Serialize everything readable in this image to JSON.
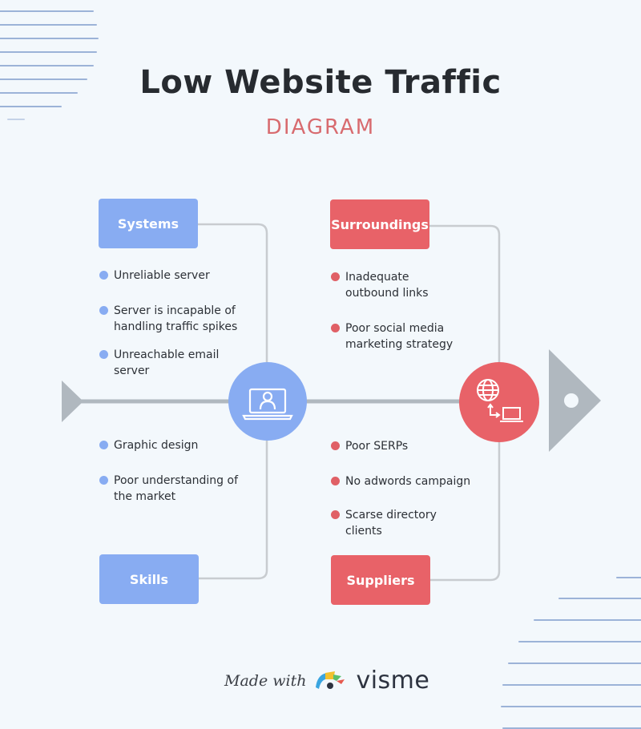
{
  "title": "Low Website Traffic",
  "subtitle": "DIAGRAM",
  "colors": {
    "background": "#f3f8fc",
    "blue_accent": "#88acf2",
    "red_accent": "#e86268",
    "spine": "#b0b8bf",
    "connector": "#c8ccd0",
    "title": "#272b30",
    "subtitle": "#d86b6f"
  },
  "effect": {
    "icon": "globe-to-laptop-icon",
    "head": "fish-head-triangle"
  },
  "center_node": {
    "icon": "laptop-user-icon"
  },
  "categories": [
    {
      "label": "Systems",
      "color": "blue",
      "causes": [
        "Unreliable server",
        "Server is incapable of handling traffic spikes",
        "Unreachable email server"
      ]
    },
    {
      "label": "Surroundings",
      "color": "red",
      "causes": [
        "Inadequate outbound links",
        "Poor social media marketing strategy"
      ]
    },
    {
      "label": "Skills",
      "color": "blue",
      "causes": [
        "Graphic design",
        "Poor understanding of the market"
      ]
    },
    {
      "label": "Suppliers",
      "color": "red",
      "causes": [
        "Poor SERPs",
        "No adwords campaign",
        "Scarse directory clients"
      ]
    }
  ],
  "footer": {
    "made_with": "Made with",
    "brand": "visme"
  }
}
